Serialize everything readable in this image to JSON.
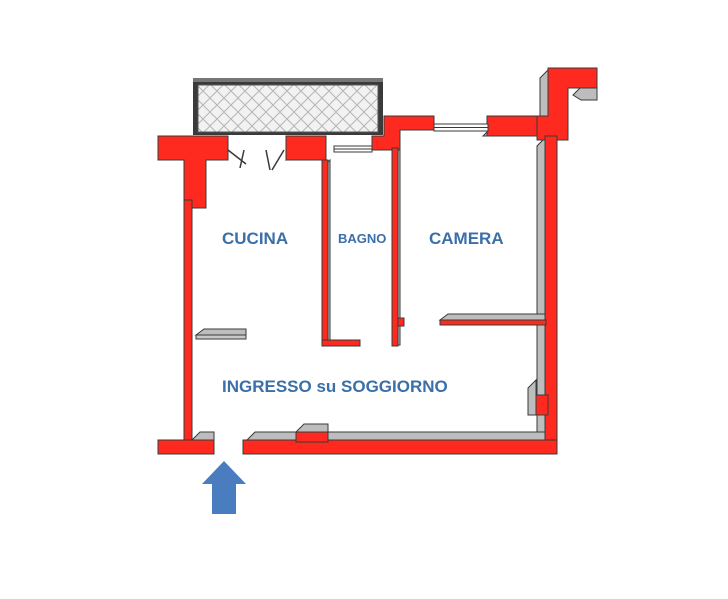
{
  "plan": {
    "rooms": [
      {
        "id": "cucina",
        "label": "CUCINA"
      },
      {
        "id": "bagno",
        "label": "BAGNO"
      },
      {
        "id": "camera",
        "label": "CAMERA"
      },
      {
        "id": "ingresso",
        "label": "INGRESSO su SOGGIORNO"
      }
    ],
    "colors": {
      "wall": "#ff2a1f",
      "wall_shade": "#b8b8b8",
      "wall_edge": "#3a3a3a",
      "label": "#3b6fa8",
      "entrance_arrow": "#4a7cc0",
      "balcony": "#e6e6e6"
    },
    "icons": [
      "entrance-arrow-icon",
      "balcony-hatch",
      "door-swing-icon",
      "window-icon"
    ]
  }
}
